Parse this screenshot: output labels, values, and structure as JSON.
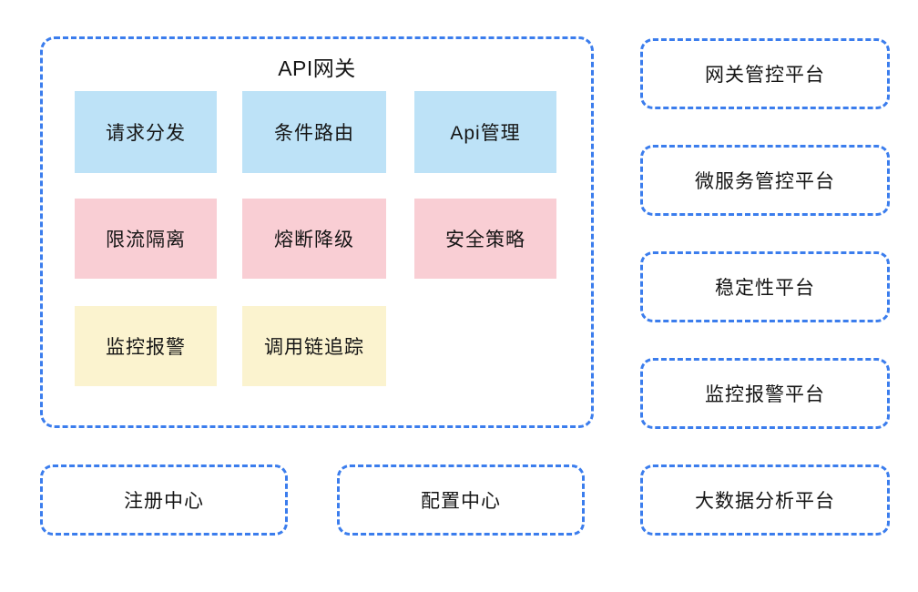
{
  "diagram": {
    "background": "#ffffff",
    "colors": {
      "dashed_border_blue": "#3b7ded",
      "feature_fill_blue": "#bde2f7",
      "feature_fill_pink": "#f9ced4",
      "feature_fill_yellow": "#fbf3cf",
      "text": "#151515"
    }
  },
  "gateway": {
    "title": "API网关",
    "rows": [
      {
        "fill": "#bde2f7",
        "items": [
          "请求分发",
          "条件路由",
          "Api管理"
        ]
      },
      {
        "fill": "#f9ced4",
        "items": [
          "限流隔离",
          "熔断降级",
          "安全策略"
        ]
      },
      {
        "fill": "#fbf3cf",
        "items": [
          "监控报警",
          "调用链追踪"
        ]
      }
    ]
  },
  "bottom_nodes": [
    {
      "label": "注册中心"
    },
    {
      "label": "配置中心"
    }
  ],
  "right_nodes": [
    {
      "label": "网关管控平台"
    },
    {
      "label": "微服务管控平台"
    },
    {
      "label": "稳定性平台"
    },
    {
      "label": "监控报警平台"
    },
    {
      "label": "大数据分析平台"
    }
  ]
}
